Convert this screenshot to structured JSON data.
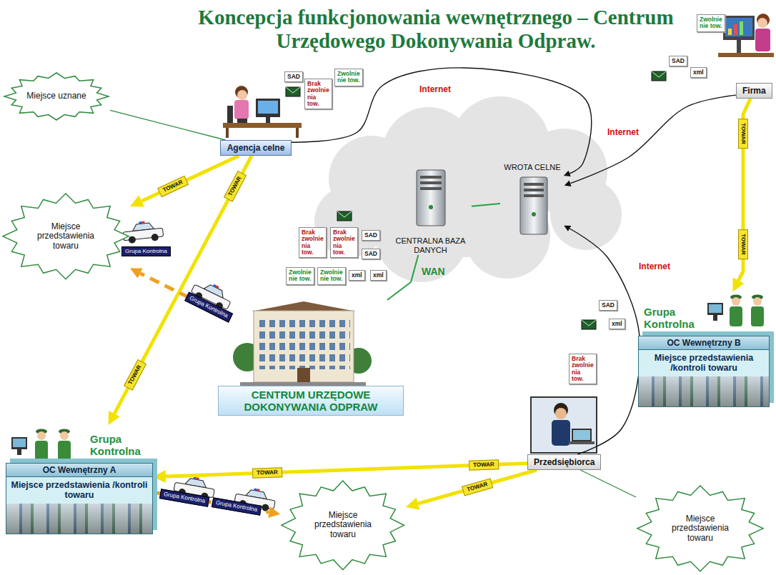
{
  "diagram": {
    "title": "Koncepcja funkcjonowania wewnętrznego – Centrum Urzędowego Dokonywania Odpraw.",
    "nodes": [
      {
        "text": [
          "Miejsce uznane"
        ]
      },
      {
        "text": [
          "Agencja celne"
        ]
      },
      {
        "text": [
          "Firma"
        ]
      },
      {
        "text": [
          "WROTA CELNE"
        ]
      },
      {
        "text": [
          "CENTRALNA BAZA DANYCH"
        ]
      },
      {
        "text": [
          "Miejsce przedstawienia towaru"
        ]
      },
      {
        "text": [
          "CENTRUM URZĘDOWE DOKONYWANIA ODPRAW"
        ]
      },
      {
        "text": [
          "Grupa Kontrolna",
          "OC Wewnętrzny B",
          "Miejsce przedstawienia /kontroli towaru"
        ]
      },
      {
        "text": [
          "Przedsiębiorca"
        ]
      },
      {
        "text": [
          "Grupa Kontrolna",
          "OC Wewnętrzny A",
          "Miejsce przedstawienia /kontroli towaru"
        ]
      },
      {
        "text": [
          "Miejsce przedstawienia towaru"
        ]
      },
      {
        "text": [
          "Miejsce przedstawienia towaru"
        ]
      }
    ],
    "edges": [
      {
        "from": 0,
        "to": 1,
        "arrow": "none"
      },
      {
        "from": 1,
        "to": 3,
        "label": "Internet",
        "arrow": "to"
      },
      {
        "from": 2,
        "to": 3,
        "label": "Internet",
        "arrow": "to"
      },
      {
        "from": 4,
        "to": 3,
        "arrow": "none"
      },
      {
        "from": 6,
        "to": 4,
        "label": "WAN",
        "arrow": "none"
      },
      {
        "from": 1,
        "to": 5,
        "arrow": "to"
      },
      {
        "from": 1,
        "to": 9,
        "arrow": "to"
      },
      {
        "from": 2,
        "to": 7,
        "arrow": "to"
      },
      {
        "from": 8,
        "to": 3,
        "label": "Internet",
        "arrow": "to"
      },
      {
        "from": 6,
        "to": 5,
        "arrow": "to"
      },
      {
        "from": 8,
        "to": 9,
        "arrow": "to"
      },
      {
        "from": 8,
        "to": 10,
        "arrow": "to"
      },
      {
        "from": 8,
        "to": 11,
        "arrow": "none"
      },
      {
        "from": 9,
        "to": 10,
        "arrow": "to"
      }
    ],
    "labels": [
      "Zwolnie nie tow.",
      "SAD",
      "xml",
      "SAD",
      "Brak zwolnie nia tow.",
      "Zwolnie nie tow.",
      "Grupa Kontrolna",
      "Brak zwolnie nia tow.",
      "Brak zwolnie nia tow.",
      "Zwolnie nie tow.",
      "Zwolnie nie tow.",
      "SAD",
      "SAD",
      "xml",
      "xml",
      "Grupa Kontrolna",
      "SAD",
      "xml",
      "Brak zwolnie nia tow.",
      "TOWAR",
      "TOWAR",
      "TOWAR",
      "TOWAR",
      "TOWAR",
      "TOWAR",
      "TOWAR",
      "TOWAR",
      "Grupa Kontrolna",
      "Grupa Kontrolna"
    ]
  }
}
